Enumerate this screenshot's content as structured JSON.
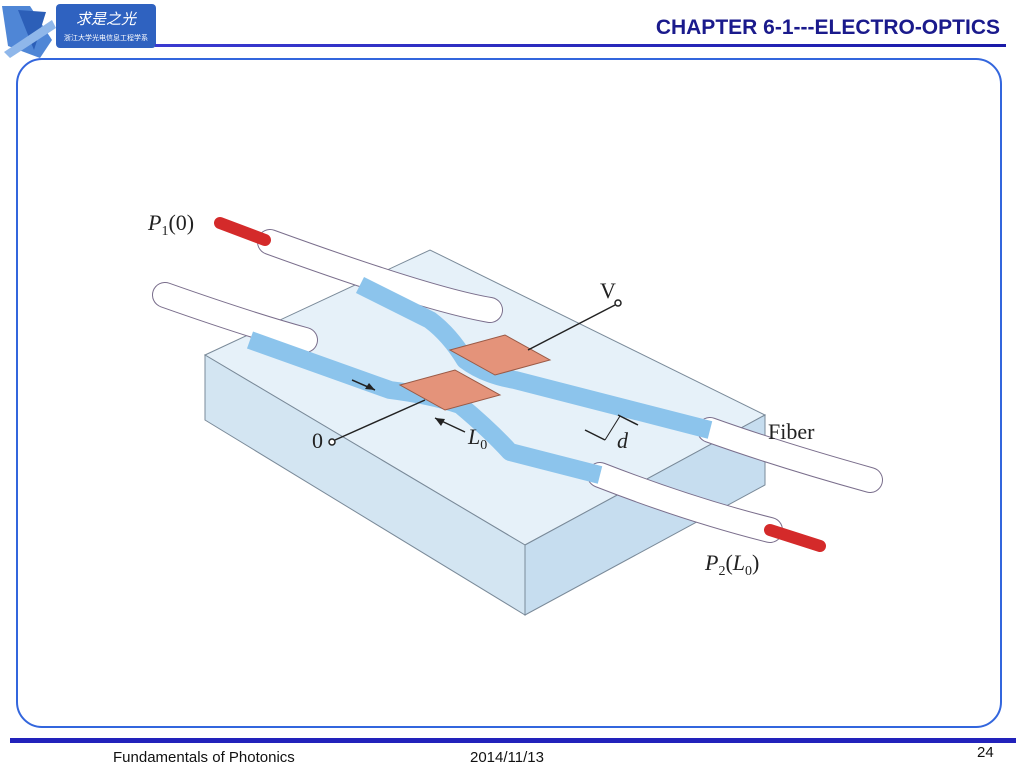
{
  "header": {
    "chapter_title": "CHAPTER 6-1---ELECTRO-OPTICS",
    "logo_glyphs": "求是之光",
    "logo_caption": "浙江大学光电信息工程学系"
  },
  "diagram": {
    "labels": {
      "p1_label": "P",
      "p1_sub": "1",
      "p1_arg": "(0)",
      "p2_label": "P",
      "p2_sub": "2",
      "p2_open": "(",
      "p2_arg": "L",
      "p2_arg_sub": "0",
      "p2_close": ")",
      "voltage": "V",
      "ground": "0",
      "length_label": "L",
      "length_sub": "0",
      "gap_label": "d",
      "fiber": "Fiber"
    },
    "colors": {
      "substrate": "#dbeaf5",
      "waveguide": "#8cc4ec",
      "electrode": "#e4937a",
      "fiber_tip": "#d42a2a",
      "accent": "#1a1a8c"
    }
  },
  "footer": {
    "course": "Fundamentals of Photonics",
    "date": "2014/11/13",
    "page": "24"
  }
}
